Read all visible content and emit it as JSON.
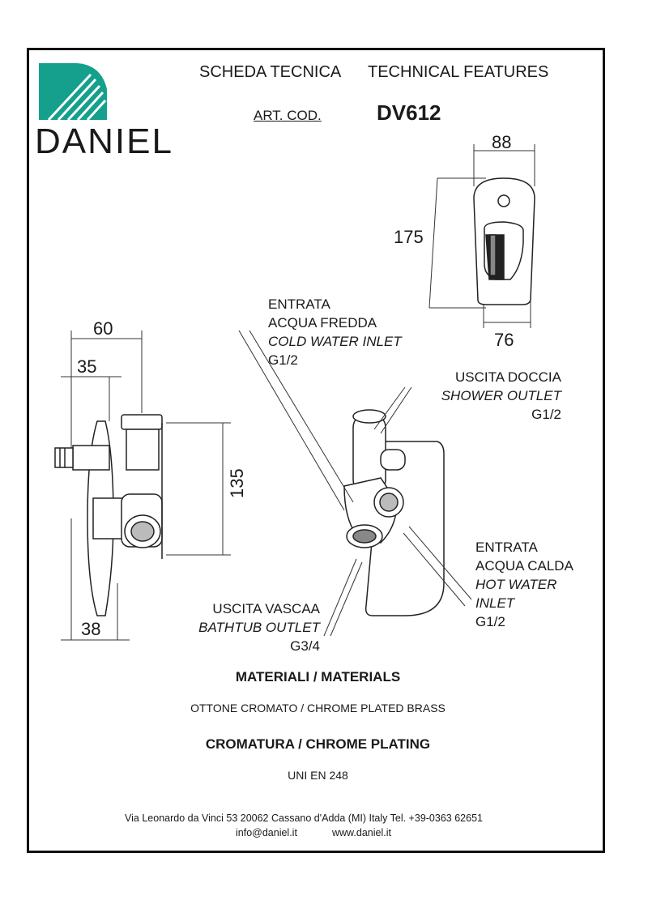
{
  "brand": {
    "name": "DANIEL"
  },
  "header": {
    "title_it": "SCHEDA TECNICA",
    "title_en": "TECHNICAL FEATURES",
    "art_label": "ART. COD.",
    "art_code": "DV612"
  },
  "dimensions": {
    "plate_width": "88",
    "plate_height": "175",
    "plate_lower": "76",
    "body_total": "60",
    "body_inner": "35",
    "body_height": "135",
    "body_base": "38"
  },
  "callouts": {
    "cold": {
      "l1": "ENTRATA",
      "l2": "ACQUA FREDDA",
      "en": "COLD WATER INLET",
      "size": "G1/2"
    },
    "shower": {
      "l1": "USCITA DOCCIA",
      "en": "SHOWER OUTLET",
      "size": "G1/2"
    },
    "hot": {
      "l1": "ENTRATA",
      "l2": "ACQUA CALDA",
      "en1": "HOT WATER",
      "en2": "INLET",
      "size": "G1/2"
    },
    "bath": {
      "l1": "USCITA VASCAA",
      "en": "BATHTUB OUTLET",
      "size": "G3/4"
    }
  },
  "materials": {
    "title": "MATERIALI / MATERIALS",
    "value": "OTTONE CROMATO  / CHROME PLATED BRASS"
  },
  "plating": {
    "title": "CROMATURA / CHROME PLATING",
    "value": "UNI EN 248"
  },
  "footer": {
    "address": "Via Leonardo da Vinci 53    20062 Cassano d'Adda (MI) Italy Tel. +39-0363 62651",
    "email": "info@daniel.it",
    "web": "www.daniel.it"
  },
  "colors": {
    "logo_teal": "#14a08c",
    "frame": "#111111"
  }
}
